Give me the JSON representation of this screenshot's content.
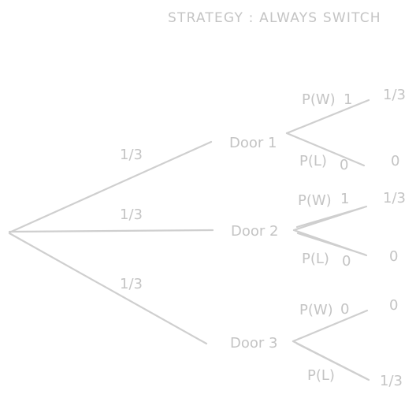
{
  "title": "STRATEGY : ALWAYS SWITCH",
  "root_branches": [
    {
      "prob": "1/3",
      "node": "Door 1",
      "win": {
        "label": "P(W)",
        "value": "1",
        "outcome": "1/3"
      },
      "lose": {
        "label": "P(L)",
        "value": "0",
        "outcome": "0"
      }
    },
    {
      "prob": "1/3",
      "node": "Door 2",
      "win": {
        "label": "P(W)",
        "value": "1",
        "outcome": "1/3"
      },
      "lose": {
        "label": "P(L)",
        "value": "0",
        "outcome": "0"
      }
    },
    {
      "prob": "1/3",
      "node": "Door 3",
      "win": {
        "label": "P(W)",
        "value": "0",
        "outcome": "0"
      },
      "lose": {
        "label": "P(L)",
        "value": "",
        "outcome": "1/3"
      }
    }
  ]
}
